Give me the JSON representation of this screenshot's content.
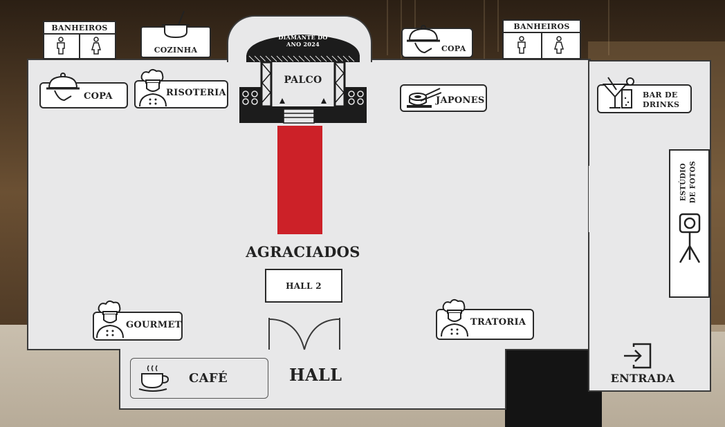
{
  "colors": {
    "floor": "#e8e8e9",
    "wall": "#3a3a3a",
    "carpet": "#cc2128",
    "stage": "#1c1c1c"
  },
  "areas": {
    "banheiros_left": "BANHEIROS",
    "banheiros_right": "BANHEIROS",
    "cozinha": "COZINHA",
    "stage_banner_line1": "DIAMANTE DO",
    "stage_banner_line2": "ANO 2024",
    "palco": "PALCO",
    "copa_left": "COPA",
    "copa_right": "COPA",
    "risoteria": "RISOTERIA",
    "japones": "JAPONES",
    "bar_line1": "BAR DE",
    "bar_line2": "DRINKS",
    "estudio_line1": "ESTÚDIO",
    "estudio_line2": "DE FOTOS",
    "agraciados": "AGRACIADOS",
    "hall2": "HALL 2",
    "gourmet": "GOURMET",
    "tratoria": "TRATORIA",
    "cafe": "CAFÉ",
    "hall": "HALL",
    "entrada": "ENTRADA"
  },
  "icons": {
    "toilet_male": "male-person-icon",
    "toilet_female": "female-person-icon",
    "cooking_pot": "cooking-pot-icon",
    "serving_cloche": "serving-cloche-icon",
    "chef": "chef-icon",
    "sushi": "sushi-icon",
    "cocktail": "cocktail-icon",
    "camera_tripod": "camera-tripod-icon",
    "coffee_cup": "coffee-cup-icon",
    "entrance_door": "entrance-door-icon"
  }
}
